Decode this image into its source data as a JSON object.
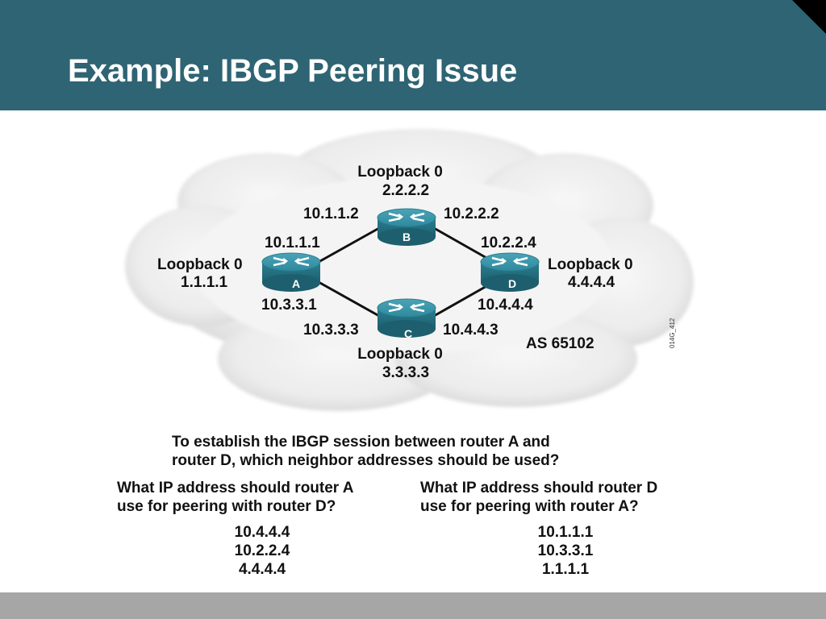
{
  "slide": {
    "title": "Example: IBGP Peering Issue"
  },
  "diagram": {
    "routers": {
      "A": {
        "label": "A",
        "loopback_title": "Loopback 0",
        "loopback_ip": "1.1.1.1",
        "ip_to_B": "10.1.1.1",
        "ip_to_C": "10.3.3.1"
      },
      "B": {
        "label": "B",
        "loopback_title": "Loopback 0",
        "loopback_ip": "2.2.2.2",
        "ip_to_A": "10.1.1.2",
        "ip_to_D": "10.2.2.2"
      },
      "C": {
        "label": "C",
        "loopback_title": "Loopback 0",
        "loopback_ip": "3.3.3.3",
        "ip_to_A": "10.3.3.3",
        "ip_to_D": "10.4.4.3"
      },
      "D": {
        "label": "D",
        "loopback_title": "Loopback 0",
        "loopback_ip": "4.4.4.4",
        "ip_to_B": "10.2.2.4",
        "ip_to_C": "10.4.4.4"
      }
    },
    "as_label": "AS 65102",
    "figure_id": "014G_412",
    "colors": {
      "cloud": "#e4e4e4",
      "router": "#2f8a9e",
      "link": "#111111"
    }
  },
  "question": {
    "line1": "To establish the IBGP session between router A and",
    "line2": "router D, which neighbor addresses should be used?"
  },
  "left_question": {
    "line1": "What IP address should router A",
    "line2": "use for peering with router D?",
    "options": [
      "10.4.4.4",
      "10.2.2.4",
      "4.4.4.4"
    ]
  },
  "right_question": {
    "line1": "What IP address should router D",
    "line2": "use for peering with router A?",
    "options": [
      "10.1.1.1",
      "10.3.3.1",
      "1.1.1.1"
    ]
  }
}
